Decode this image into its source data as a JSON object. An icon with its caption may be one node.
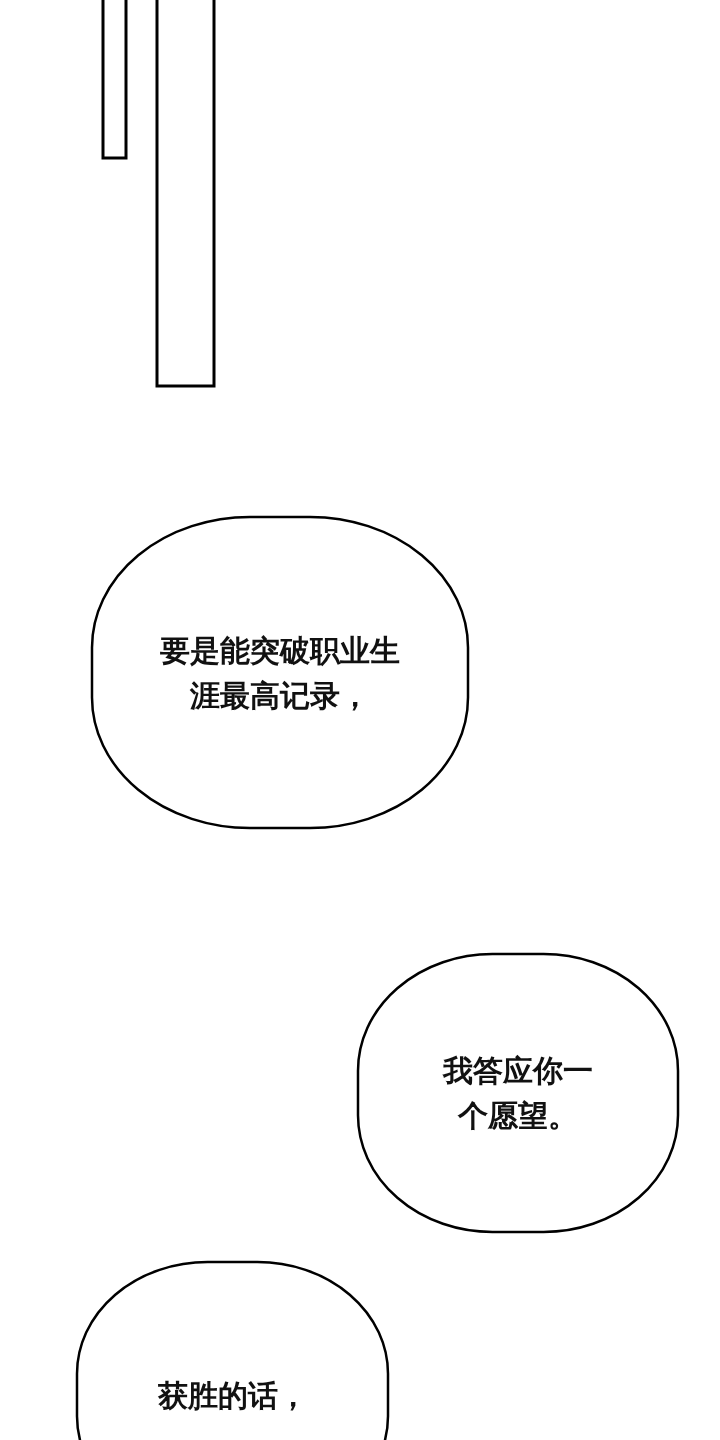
{
  "diagram": {
    "nodes": [
      {
        "text": [
          "要是能突破职业生涯最高记录，"
        ]
      },
      {
        "text": [
          "我答应你一个愿望。"
        ]
      },
      {
        "text": [
          "获胜的话，"
        ]
      }
    ]
  }
}
